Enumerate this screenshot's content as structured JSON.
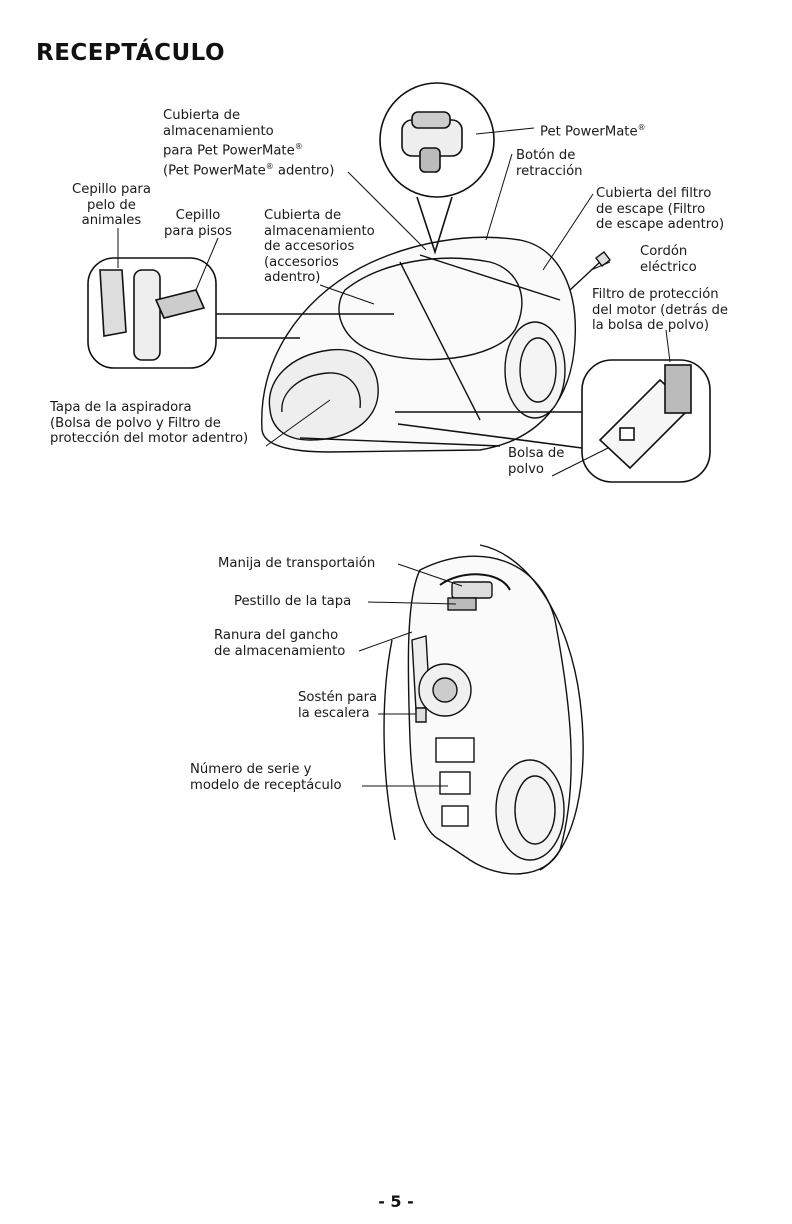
{
  "page": {
    "title": "RECEPTÁCULO",
    "page_number": "- 5 -"
  },
  "top_diagram": {
    "labels": {
      "storage_cover_line1": "Cubierta de",
      "storage_cover_line2": "almacenamiento",
      "storage_cover_line3a": "para Pet PowerMate",
      "storage_cover_line4a": "(Pet PowerMate",
      "storage_cover_line4b": " adentro)",
      "registered": "®",
      "pet_powermate": "Pet PowerMate",
      "retraction_button": "Botón de\nretracción",
      "exhaust_filter_cover": "Cubierta del filtro\nde escape (Filtro\nde escape adentro)",
      "power_cord": "Cordón\neléctrico",
      "motor_filter": "Filtro de protección\ndel motor (detrás de\nla bolsa de polvo)",
      "pet_hair_brush": "Cepillo para\npelo de\nanimales",
      "floor_brush": "Cepillo\npara pisos",
      "accessory_cover": "Cubierta de\nalmacenamiento\nde accesorios\n(accesorios\nadentro)",
      "vacuum_lid": "Tapa de la aspiradora\n(Bolsa de polvo y Filtro de\nprotección del motor adentro)",
      "dust_bag": "Bolsa de\npolvo"
    }
  },
  "bottom_diagram": {
    "labels": {
      "carry_handle": "Manija de transportaión",
      "lid_latch": "Pestillo de la tapa",
      "hook_slot": "Ranura del gancho\nde almacenamiento",
      "stair_holder": "Sostén para\nla escalera",
      "serial_number": "Número de serie y\nmodelo de receptáculo"
    }
  }
}
